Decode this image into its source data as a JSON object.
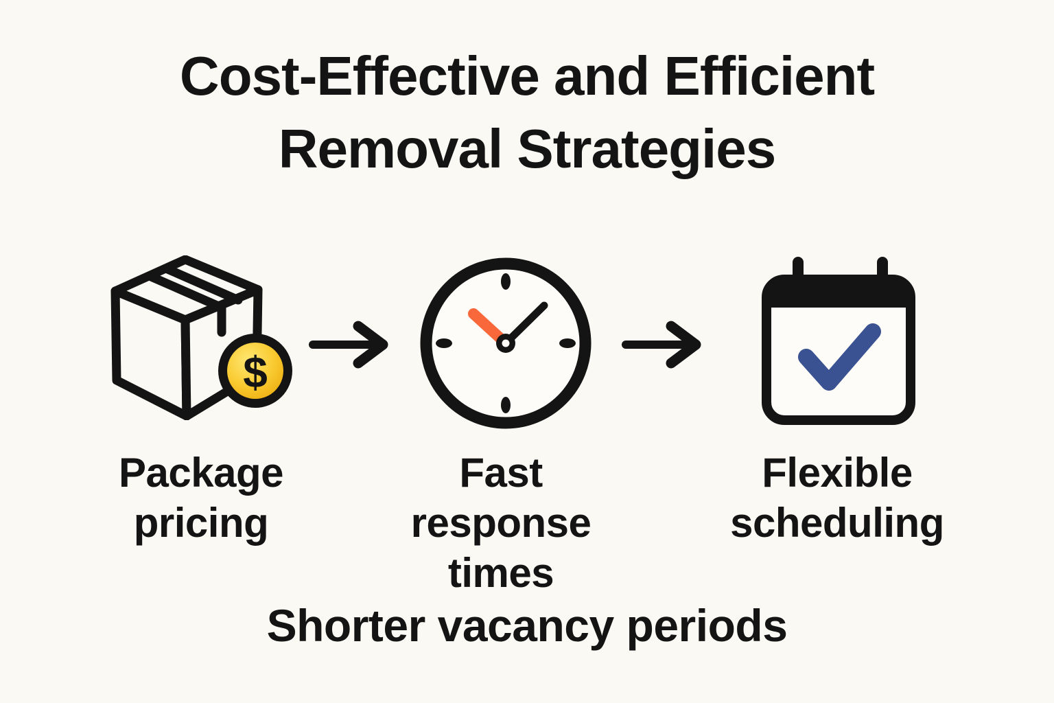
{
  "title": "Cost-Effective and Efficient\nRemoval Strategies",
  "steps": [
    {
      "label": "Package pricing",
      "icon": "package-dollar-icon",
      "coin_symbol": "$"
    },
    {
      "label": "Fast response times",
      "icon": "clock-icon"
    },
    {
      "label": "Flexible scheduling",
      "icon": "calendar-check-icon"
    }
  ],
  "footer": "Shorter vacancy periods",
  "colors": {
    "background": "#FAF9F3",
    "ink": "#141414",
    "coin_yellow": "#F7C325",
    "coin_yellow_light": "#FFE773",
    "clock_hand_orange": "#F9683A",
    "check_blue": "#3A5192"
  }
}
